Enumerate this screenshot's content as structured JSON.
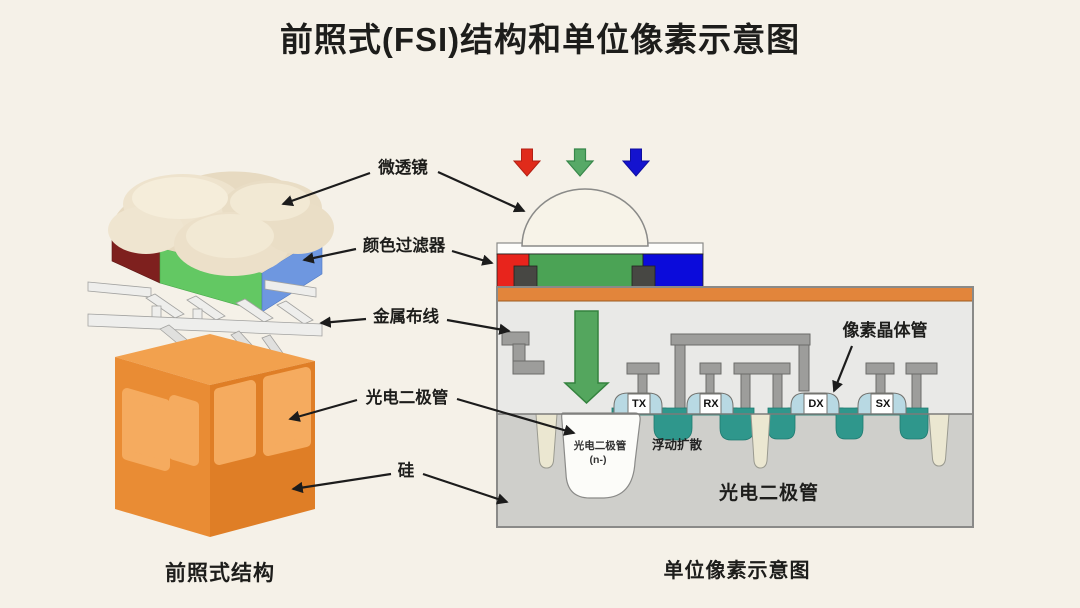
{
  "title": "前照式(FSI)结构和单位像素示意图",
  "left_figure": {
    "caption": "前照式结构",
    "labels": {
      "microlens": "微透镜",
      "color_filter": "颜色过滤器",
      "metal_wiring": "金属布线",
      "photodiode": "光电二极管",
      "silicon": "硅"
    }
  },
  "right_figure": {
    "caption": "单位像素示意图",
    "pixel_transistor": "像素晶体管",
    "transistors": [
      "TX",
      "RX",
      "DX",
      "SX"
    ],
    "photodiode_n": {
      "line1": "光电二极管",
      "line2": "(n-)"
    },
    "floating_diffusion": "浮动扩散",
    "photodiode_substrate": "光电二极管"
  },
  "colors": {
    "background": "#f5f1e8",
    "text": "#1d1d1b",
    "light_red": "#e02b1b",
    "light_green": "#57a967",
    "light_blue": "#1413cf",
    "filter_red": "#e8241c",
    "filter_green": "#4ba355",
    "filter_blue": "#0b0bdb",
    "filter_dark_red_3d": "#7e201e",
    "filter_green_3d": "#63c863",
    "filter_blue_3d": "#6e97e0",
    "orange_silicon": "#e98c34",
    "metal_gray": "#9d9d9b",
    "transistor_blue": "#b8d9e3",
    "diffusion_teal": "#2f978c",
    "upper_layer_gray": "#e9e9e7",
    "substrate_gray": "#cfcfcb",
    "lens_cream": "#eee3cd"
  }
}
